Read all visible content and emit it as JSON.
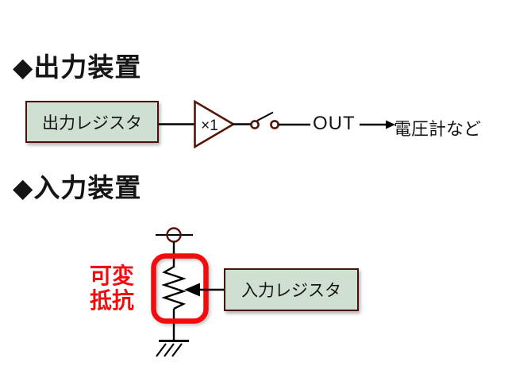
{
  "colors": {
    "background": "#ffffff",
    "text": "#151515",
    "red": "#f20d0d",
    "box_fill": "#cfe0d3",
    "box_border": "#45130c",
    "symbol_stroke": "#571509",
    "wire": "#000000"
  },
  "sections": {
    "output": {
      "title": "◆出力装置",
      "register_label": "出力レジスタ",
      "gain_label": "×1",
      "out_label": "OUT",
      "device_label": "電圧計など"
    },
    "input": {
      "title": "◆入力装置",
      "register_label": "入力レジスタ",
      "annotation_line1": "可変",
      "annotation_line2": "抵抗"
    }
  }
}
